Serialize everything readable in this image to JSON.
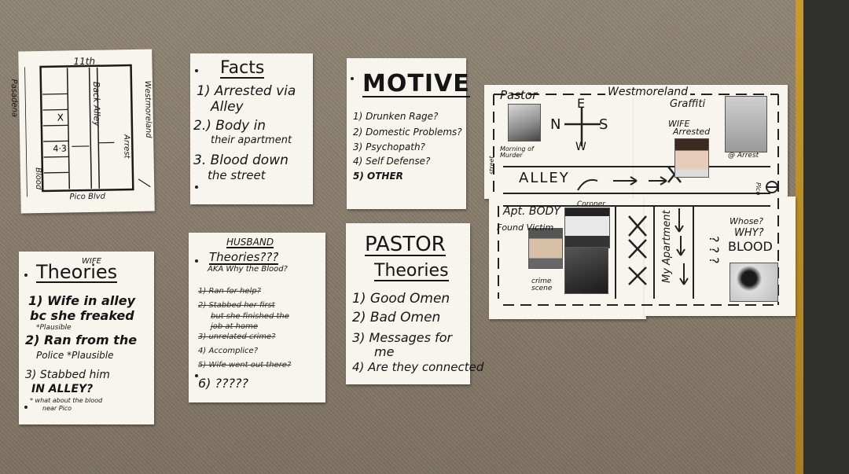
{
  "map_note": {
    "top_label": "11th",
    "left_label": "Pasadena",
    "right_label": "Westmoreland",
    "alley_label": "Back Alley",
    "arrest_label": "Arrest",
    "blood_label": "Blood",
    "bottom_label": "Pico Blvd"
  },
  "facts": {
    "title": "Facts",
    "items": [
      "1) Arrested via",
      "Alley",
      "2.) Body in",
      "their apartment",
      "3. Blood down",
      "the street"
    ]
  },
  "motive": {
    "title": "MOTIVE",
    "items": [
      "1) Drunken Rage?",
      "2) Domestic Problems?",
      "3) Psychopath?",
      "4) Self Defense?",
      "5) OTHER"
    ]
  },
  "wife_theories": {
    "label_small": "WIFE",
    "title": "Theories",
    "items": [
      "1) Wife in alley",
      "bc she freaked",
      "*Plausible",
      "2) Ran from the",
      "Police *Plausible",
      "3) Stabbed him",
      "IN ALLEY?",
      "* what about the blood",
      "near Pico"
    ]
  },
  "husband_theories": {
    "label_small": "HUSBAND",
    "title": "Theories???",
    "subtitle": "AKA Why the Blood?",
    "items": [
      "1) Ran for help?",
      "2) Stabbed her first",
      "but she finished the",
      "job at home",
      "3) unrelated crime?",
      "4) Accomplice?",
      "5) Wife went out there?",
      "6) ?????"
    ]
  },
  "pastor_theories": {
    "title": "PASTOR",
    "subtitle": "Theories",
    "items": [
      "1) Good Omen",
      "2) Bad Omen",
      "3) Messages for",
      "me",
      "4) Are they connected"
    ]
  },
  "board": {
    "pastor_label": "Pastor",
    "street_top": "Westmoreland",
    "graffiti_label": "Graffiti",
    "wife_label": "WIFE",
    "arrested_label": "Arrested",
    "arrest_label": "@ Arrest",
    "morning_label": "Morning of Murder",
    "compass": {
      "n": "N",
      "s": "S",
      "e": "E",
      "w": "W"
    },
    "alley_label": "ALLEY",
    "apt_label": "Apt. BODY",
    "found_label": "Found Victim",
    "coroner_label": "Coroner",
    "crime_scene_label": "crime scene",
    "my_apartment_label": "My Apartment",
    "questions": "? ? ?",
    "whose_label": "Whose?",
    "why_label": "WHY?",
    "blood_label": "BLOOD",
    "street_label": "street",
    "pico_label": "Pico"
  }
}
